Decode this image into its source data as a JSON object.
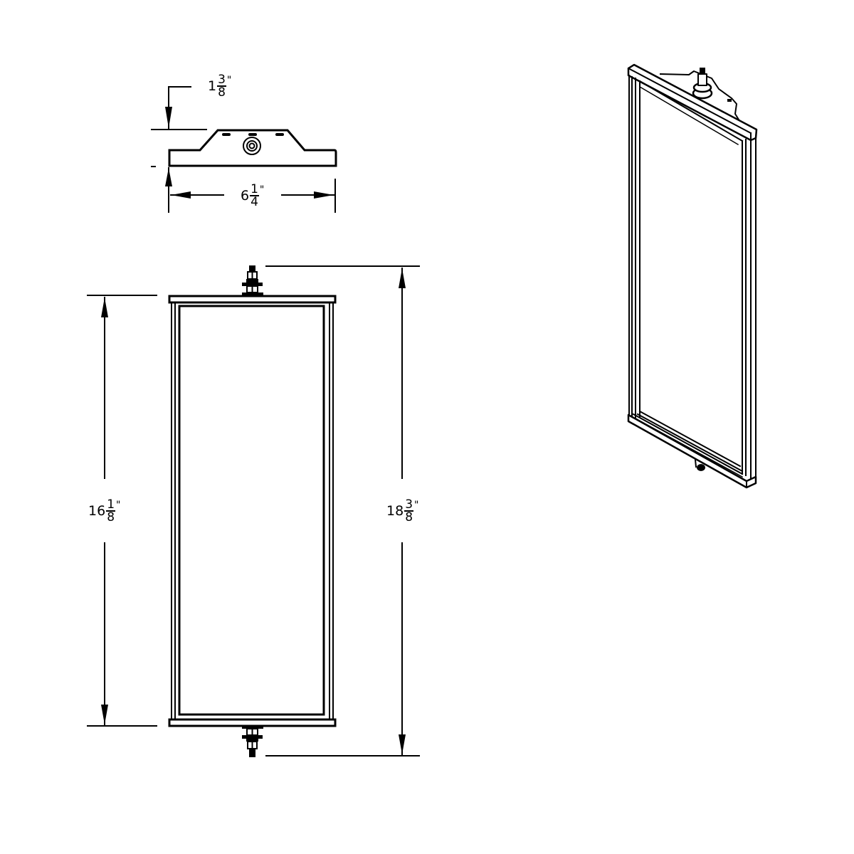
{
  "drawing": {
    "title": "Rectangular mirror head dimension drawing",
    "line_color": "#000000",
    "background": "#ffffff"
  },
  "dimensions": {
    "bracket_height": {
      "whole": "1",
      "numerator": "3",
      "denominator": "8",
      "unit": "\""
    },
    "bracket_width": {
      "whole": "6",
      "numerator": "1",
      "denominator": "4",
      "unit": "\""
    },
    "frame_height": {
      "whole": "16",
      "numerator": "1",
      "denominator": "8",
      "unit": "\""
    },
    "overall_height": {
      "whole": "18",
      "numerator": "3",
      "denominator": "8",
      "unit": "\""
    }
  },
  "views": [
    {
      "name": "top-view",
      "description": "Mounting bracket top view with stud"
    },
    {
      "name": "front-view",
      "description": "Mirror front elevation with top and bottom studs"
    },
    {
      "name": "isometric-view",
      "description": "Mirror isometric view"
    }
  ]
}
